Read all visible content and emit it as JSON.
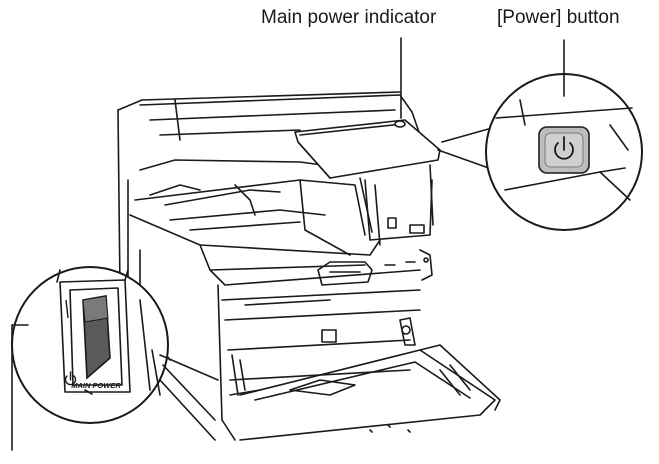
{
  "labels": {
    "main_power_indicator": "Main power indicator",
    "power_button": "[Power] button"
  },
  "switch_caption": "MAIN POWER",
  "icons": {
    "power_symbol": "power-icon"
  },
  "colors": {
    "power_button_fill": "#bdbdbd",
    "switch_rocker": "#5a5a5a",
    "line": "#1a1a1a"
  }
}
